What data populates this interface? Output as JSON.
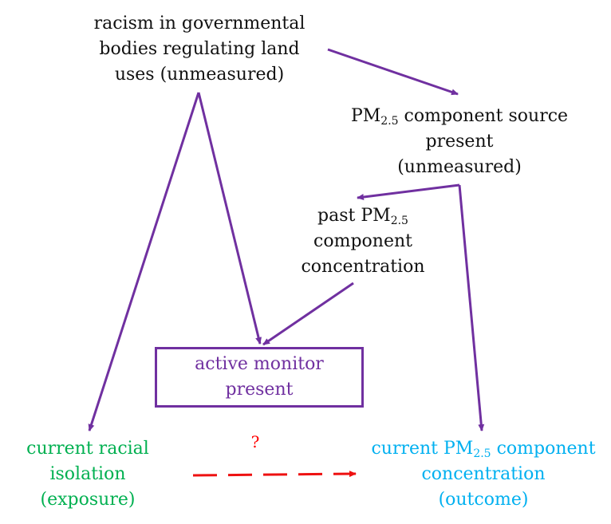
{
  "nodes": {
    "racism": {
      "lines": [
        "racism in governmental",
        "bodies regulating land",
        "uses (unmeasured)"
      ]
    },
    "source": {
      "line1_pre": "PM",
      "line1_sub": "2.5",
      "line1_post": " component source",
      "line2": "present",
      "line3": "(unmeasured)"
    },
    "past": {
      "line1_pre": "past PM",
      "line1_sub": "2.5",
      "line2": "component",
      "line3": "concentration"
    },
    "monitor": {
      "lines": [
        "active monitor",
        "present"
      ]
    },
    "exposure": {
      "lines": [
        "current racial",
        "isolation",
        "(exposure)"
      ]
    },
    "outcome": {
      "line1_pre": "current PM",
      "line1_sub": "2.5",
      "line1_post": " component",
      "line2": "concentration",
      "line3": "(outcome)"
    },
    "question": "?"
  },
  "colors": {
    "edge": "#7030a0",
    "dashed_edge": "#ee1111",
    "exposure_text": "#00b050",
    "outcome_text": "#00b0f0",
    "monitor_text": "#7030a0"
  }
}
